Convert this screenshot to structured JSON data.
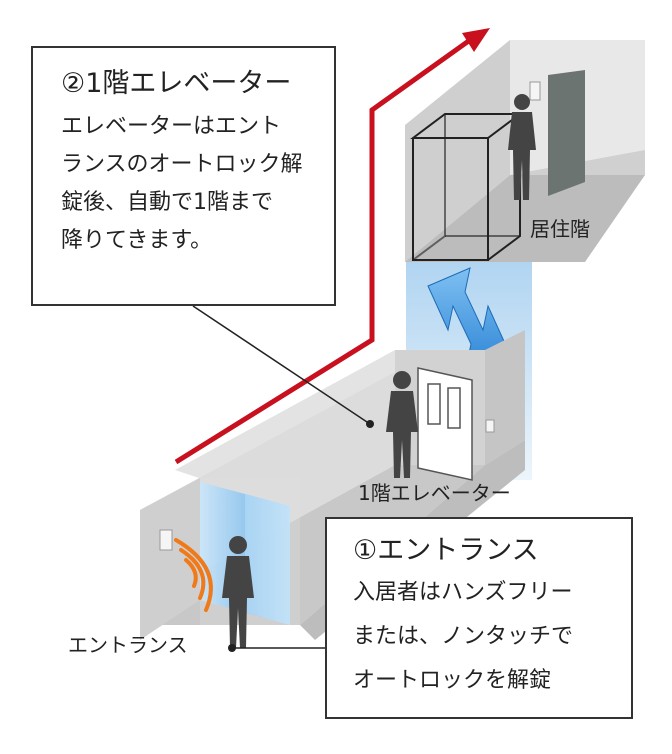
{
  "callouts": {
    "elevator": {
      "title": "②1階エレベーター",
      "lines": [
        "エレベーターはエント",
        "ランスのオートロック解",
        "錠後、自動で1階まで",
        "降りてきます。"
      ]
    },
    "entrance": {
      "title": "①エントランス",
      "lines": [
        "入居者はハンズフリー",
        "または、ノンタッチで",
        "オートロックを解錠"
      ]
    }
  },
  "labels": {
    "residential_floor": "居住階",
    "first_floor_elevator": "1階エレベーター",
    "entrance": "エントランス"
  },
  "colors": {
    "route_arrow": "#c8101e",
    "elevator_arrow": "#3b8fd9",
    "wave": "#f07a1a",
    "glass": "#a9d4f5",
    "wall_light": "#e6e6e6",
    "wall_mid": "#cfcfcf",
    "wall_dark": "#b5b5b5",
    "figure": "#444444"
  }
}
